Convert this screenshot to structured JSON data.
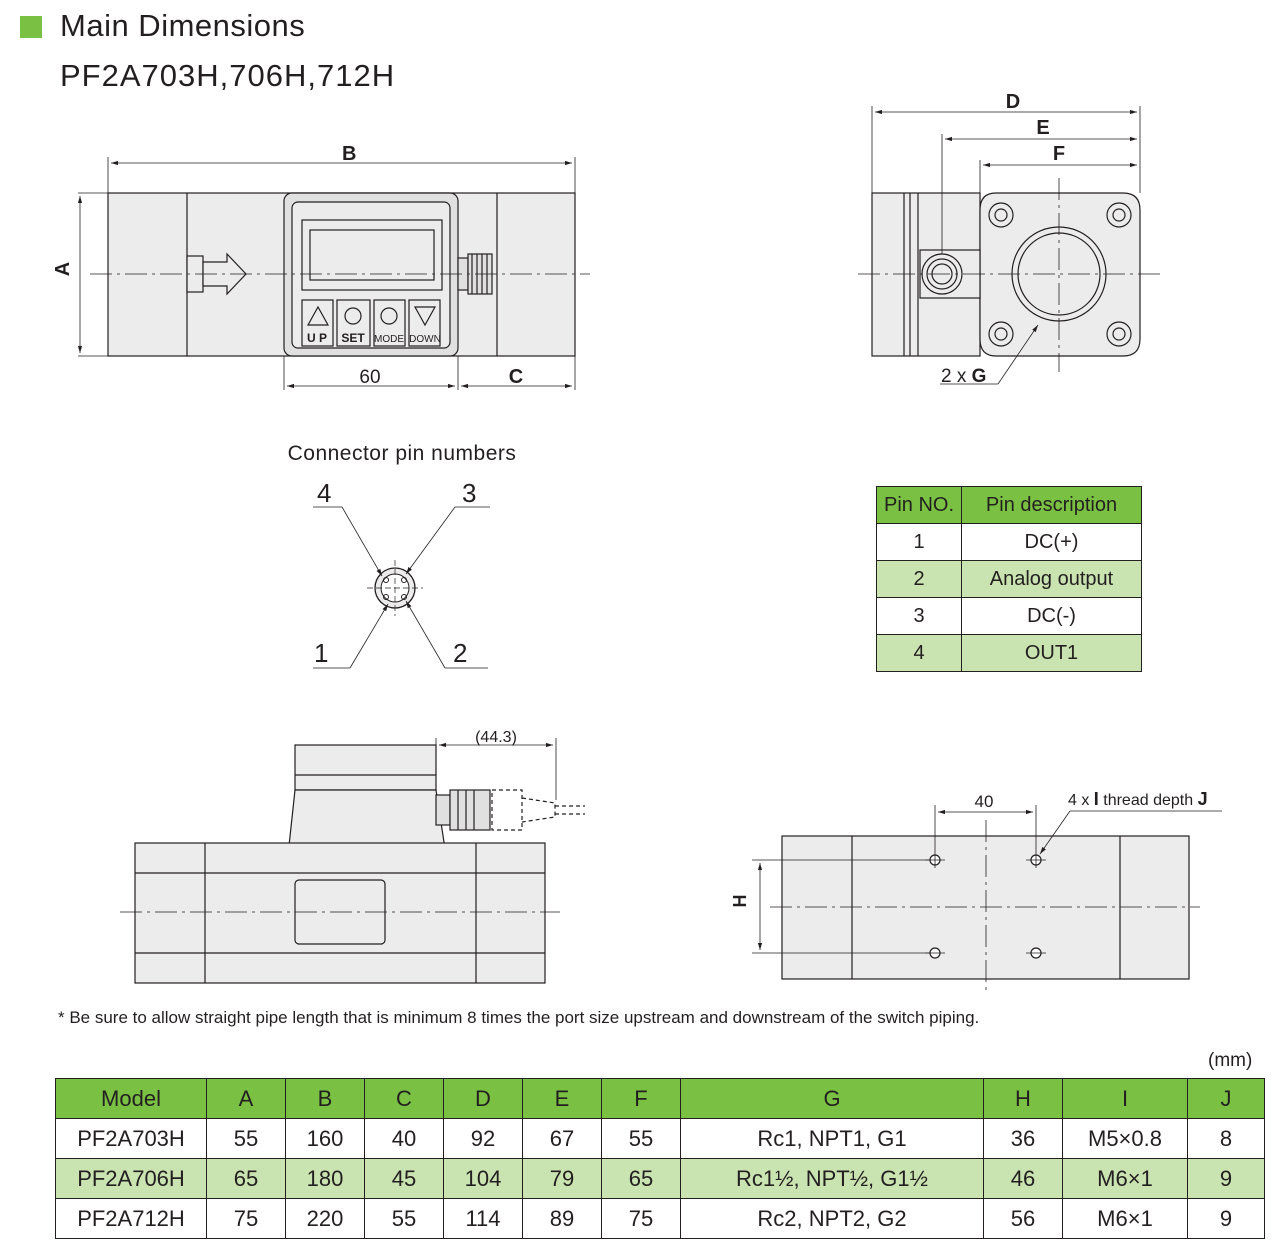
{
  "header": {
    "title": "Main Dimensions",
    "models": "PF2A703H,706H,712H"
  },
  "top_view": {
    "dim_A": "A",
    "dim_B": "B",
    "dim_C": "C",
    "dim_60": "60",
    "btn_up": "U P",
    "btn_set": "SET",
    "btn_mode": "MODE",
    "btn_down": "DOWN"
  },
  "side_view": {
    "dim_D": "D",
    "dim_E": "E",
    "dim_F": "F",
    "holes_prefix": "2 x ",
    "holes_G": "G"
  },
  "connector": {
    "title": "Connector pin numbers",
    "pin_1": "1",
    "pin_2": "2",
    "pin_3": "3",
    "pin_4": "4"
  },
  "pin_table": {
    "headers": [
      "Pin NO.",
      "Pin description"
    ],
    "rows": [
      [
        "1",
        "DC(+)"
      ],
      [
        "2",
        "Analog output"
      ],
      [
        "3",
        "DC(-)"
      ],
      [
        "4",
        "OUT1"
      ]
    ]
  },
  "front_view": {
    "dim_443": "(44.3)"
  },
  "bottom_view": {
    "dim_40": "40",
    "thread_prefix": "4 x ",
    "thread_I": "I",
    "thread_mid": " thread depth ",
    "thread_J": "J",
    "dim_H": "H"
  },
  "note": "* Be sure to allow straight pipe length that is minimum 8 times the port size upstream and downstream of the switch piping.",
  "unit": "(mm)",
  "dim_table": {
    "headers": [
      "Model",
      "A",
      "B",
      "C",
      "D",
      "E",
      "F",
      "G",
      "H",
      "I",
      "J"
    ],
    "rows": [
      [
        "PF2A703H",
        "55",
        "160",
        "40",
        "92",
        "67",
        "55",
        "Rc1, NPT1, G1",
        "36",
        "M5×0.8",
        "8"
      ],
      [
        "PF2A706H",
        "65",
        "180",
        "45",
        "104",
        "79",
        "65",
        "Rc1½, NPT½, G1½",
        "46",
        "M6×1",
        "9"
      ],
      [
        "PF2A712H",
        "75",
        "220",
        "55",
        "114",
        "89",
        "75",
        "Rc2, NPT2, G2",
        "56",
        "M6×1",
        "9"
      ]
    ]
  },
  "colors": {
    "header_green": "#7ac143",
    "row_light_green": "#c9e3b1",
    "body_gray": "#ececec"
  }
}
